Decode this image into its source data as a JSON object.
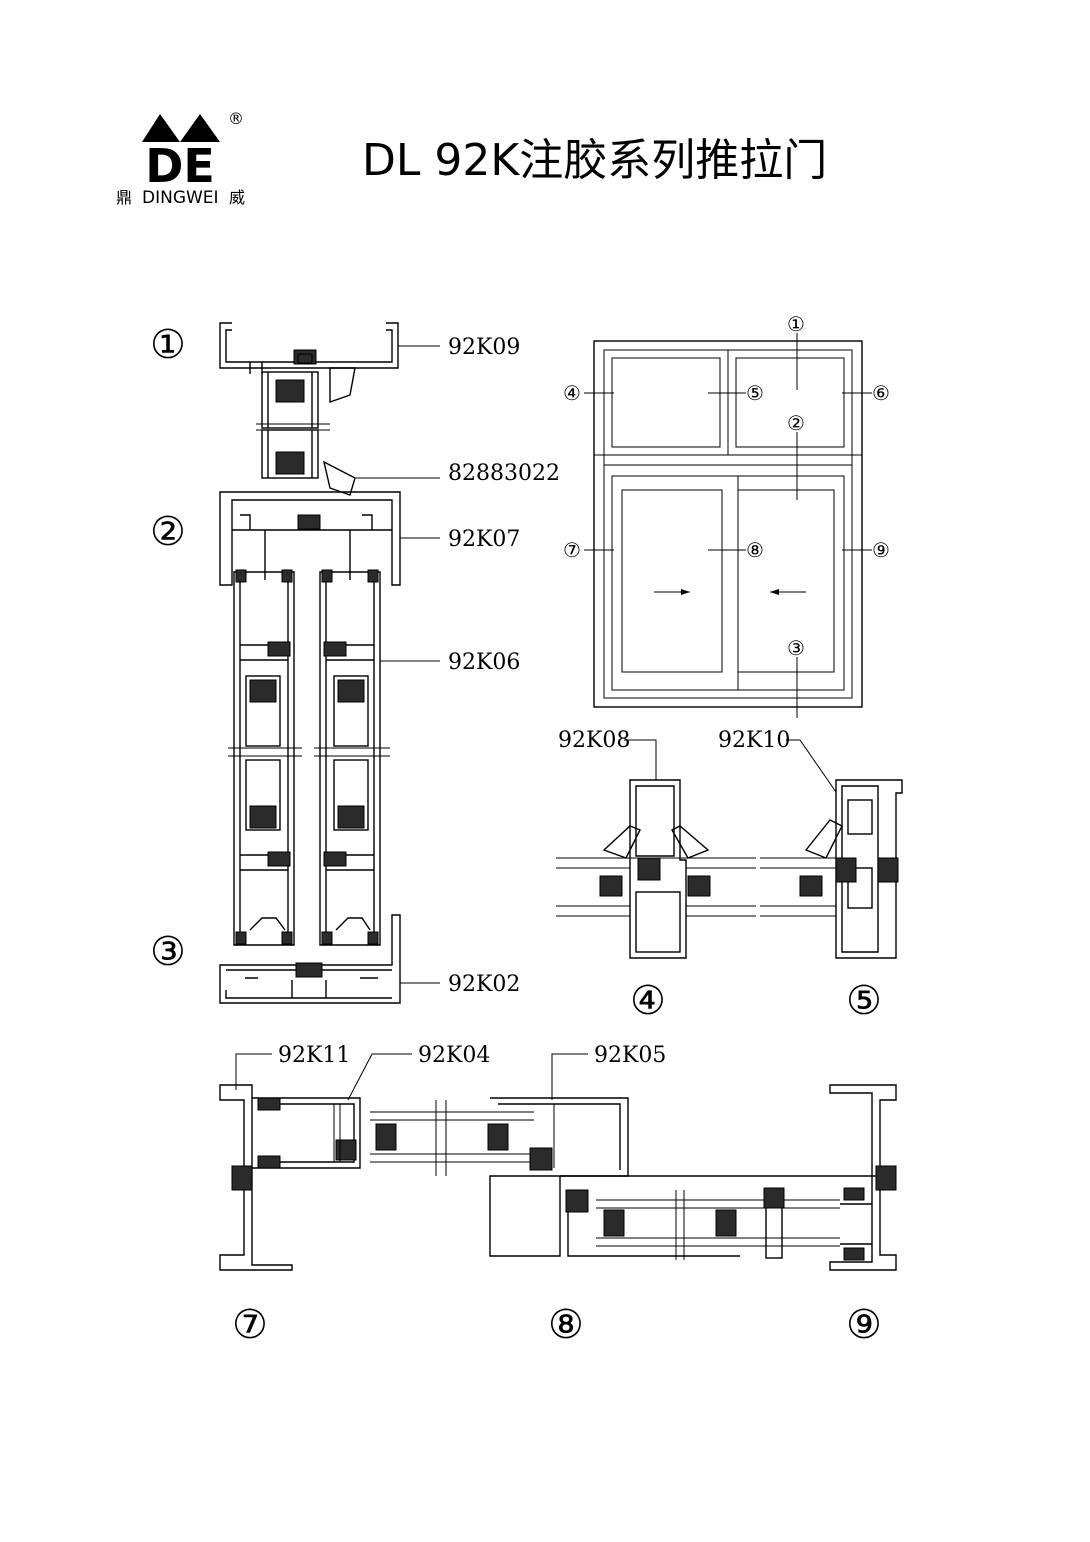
{
  "header": {
    "trademark": "®",
    "logo_text": "DE",
    "brand_left": "鼎",
    "brand_name": "DINGWEI",
    "brand_right": "威",
    "title": "DL 92K注胶系列推拉门"
  },
  "section_1_2_3": {
    "markers": [
      "①",
      "②",
      "③"
    ],
    "codes": [
      "92K09",
      "82883022",
      "92K07",
      "92K06",
      "92K02"
    ]
  },
  "elevation": {
    "markers": [
      "①",
      "②",
      "③",
      "④",
      "⑤",
      "⑥",
      "⑦",
      "⑧",
      "⑨"
    ]
  },
  "section_4_5": {
    "codes": [
      "92K08",
      "92K10"
    ],
    "markers": [
      "④",
      "⑤"
    ]
  },
  "section_7_8_9": {
    "codes": [
      "92K11",
      "92K04",
      "92K05"
    ],
    "markers": [
      "⑦",
      "⑧",
      "⑨"
    ]
  }
}
